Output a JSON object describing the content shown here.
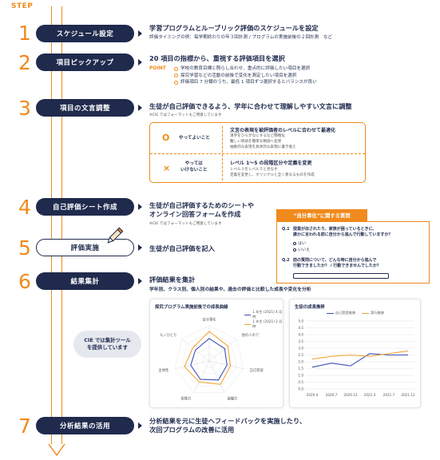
{
  "header": {
    "step_label": "STEP"
  },
  "steps": [
    {
      "number": "1",
      "title": "スケジュール設定",
      "heading": "学習プログラムとルーブリック評価のスケジュールを設定",
      "sub": "評価タイミングの例：毎学期終わりの年３回計測 / プログラムの実施前後の２回計測　など"
    },
    {
      "number": "2",
      "title": "項目ピックアップ",
      "heading": "20 項目の指標から、重視する評価項目を選択",
      "point_label": "POINT",
      "points": [
        "学校の教育目標と照らし合わせ、重点的に評価したい項目を選択",
        "探究学習などの活動の前後で変化を測定したい項目を選択",
        "評価項目 7 分類のうち、最低 1 項目ずつ選択するとバランスが良い"
      ]
    },
    {
      "number": "3",
      "title": "項目の文言調整",
      "heading": "生徒が自己評価できるよう、学年に合わせて理解しやすい文言に調整",
      "note": "※CIE ではフォーマットもご用意しています",
      "good": {
        "symbol": "O",
        "label": "やってよいこと",
        "title": "文言の表現を被評価者のレベルに合わせて最適化",
        "lines": [
          "漢字をひらがなにするなど簡略化",
          "難しい単語を簡単な類語へ変更",
          "抽象的な表現を具体的な表現に書き換え"
        ]
      },
      "bad": {
        "symbol": "×",
        "label_line1": "やっては",
        "label_line2": "いけないこと",
        "title": "レベル 1～5 の段階区分や定義を変更",
        "lines": [
          "レベル３をレベル５と見なす",
          "定義を変更し、オリジナルと全く異なるものを作成"
        ]
      }
    },
    {
      "number": "4",
      "title": "自己評価シート作成",
      "heading_line1": "生徒が自己評価するためのシートや",
      "heading_line2": "オンライン回答フォームを作成",
      "note": "※CIE ではフォーマットもご用意しています"
    },
    {
      "number": "5",
      "title": "評価実施",
      "heading": "生徒が自己評価を記入"
    },
    {
      "number": "6",
      "title": "結果集計",
      "heading": "評価結果を集計",
      "sub": "学年別、クラス別、個人別の結果や、過去の評価と比較した成長や変化を分析",
      "cie_line1": "CIE では集計ツール",
      "cie_line2": "を提供しています"
    },
    {
      "number": "7",
      "title": "分析結果の活用",
      "heading_line1": "分析結果を元に生徒へフィードバックを実施したり、",
      "heading_line2": "次回プログラムの改善に活用"
    }
  ],
  "survey": {
    "title": "“自分事化”に関する質問",
    "q1_label": "Q.1",
    "q1_line1": "授業が出されたり、家族が困っているときに、",
    "q1_line2": "誰かに言われる前に自分から進んで行動していますか？",
    "opt_yes": "はい",
    "opt_no": "いいえ",
    "q2_label": "Q.2",
    "q2_line1": "前の質問について、どんな時に自分から進んで",
    "q2_line2": "行動できましたか？ / 行動できませんでしたか？"
  },
  "radar_card": {
    "title": "探究プログラム実施前後での成長曲線",
    "legend": [
      "1 年生 (2021) 4 月時",
      "1 年生 (2021) 2 月時"
    ],
    "axis_labels": [
      "自分事化",
      "他の人ので",
      "自己受容",
      "協働力",
      "想像力",
      "主体性",
      "モノひとり"
    ]
  },
  "growth_card": {
    "title": "生徒の成長推移",
    "legend": [
      "自己受容推移",
      "実行推移"
    ]
  },
  "chart_data": [
    {
      "type": "radar",
      "title": "探究プログラム実施前後での成長曲線",
      "axes": [
        "自分事化",
        "他の人ので",
        "自己受容",
        "協働力",
        "想像力",
        "主体性",
        "モノひとり"
      ],
      "max": 5,
      "series": [
        {
          "name": "1 年生 (2021) 4 月時",
          "values": [
            3.2,
            2.8,
            2.6,
            3.0,
            2.9,
            2.7,
            2.5
          ]
        },
        {
          "name": "1 年生 (2021) 2 月時",
          "values": [
            4.2,
            3.4,
            3.1,
            3.7,
            3.3,
            3.6,
            3.0
          ]
        }
      ]
    },
    {
      "type": "line",
      "title": "生徒の成長推移",
      "categories": [
        "2020.4",
        "2020.7",
        "2020.12",
        "2021.3",
        "2021.7",
        "2021.12"
      ],
      "yticks": [
        "5.0",
        "4.5",
        "4.0",
        "3.5",
        "3.0",
        "2.5",
        "2.0",
        "1.5",
        "1.0",
        "0.5",
        "0.0"
      ],
      "ylim": [
        0,
        5
      ],
      "series": [
        {
          "name": "自己受容推移",
          "values": [
            1.6,
            1.9,
            1.7,
            2.6,
            2.5,
            2.5
          ]
        },
        {
          "name": "実行推移",
          "values": [
            2.2,
            2.4,
            2.5,
            2.4,
            2.6,
            2.8
          ]
        }
      ]
    }
  ],
  "colors": {
    "accent": "#f08a1c",
    "navy": "#1f2a4d",
    "series_a": "#3c4fb5",
    "series_b": "#f2a535"
  }
}
